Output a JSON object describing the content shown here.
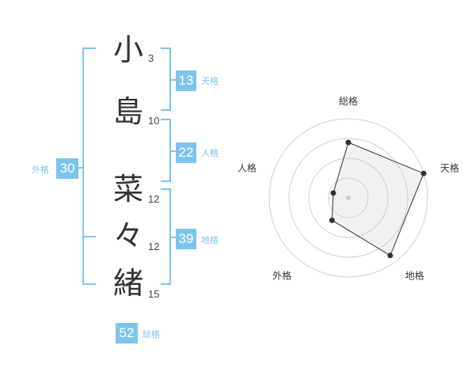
{
  "name": {
    "chars": [
      {
        "char": "小",
        "strokes": "3"
      },
      {
        "char": "島",
        "strokes": "10"
      },
      {
        "char": "菜",
        "strokes": "12"
      },
      {
        "char": "々",
        "strokes": "12"
      },
      {
        "char": "緒",
        "strokes": "15"
      }
    ]
  },
  "fortune": {
    "tenkaku": {
      "label": "天格",
      "value": "13"
    },
    "jinkaku": {
      "label": "人格",
      "value": "22"
    },
    "chikaku": {
      "label": "地格",
      "value": "39"
    },
    "gaikaku": {
      "label": "外格",
      "value": "30"
    },
    "soukaku": {
      "label": "総格",
      "value": "52"
    }
  },
  "colors": {
    "accent": "#7dc4ec",
    "text": "#333333"
  },
  "chart_data": {
    "type": "radar",
    "axes": [
      "総格",
      "天格",
      "地格",
      "外格",
      "人格"
    ],
    "values": [
      0.7,
      1.0,
      0.9,
      0.35,
      0.2
    ],
    "rings": 4,
    "range": [
      0,
      1
    ]
  }
}
